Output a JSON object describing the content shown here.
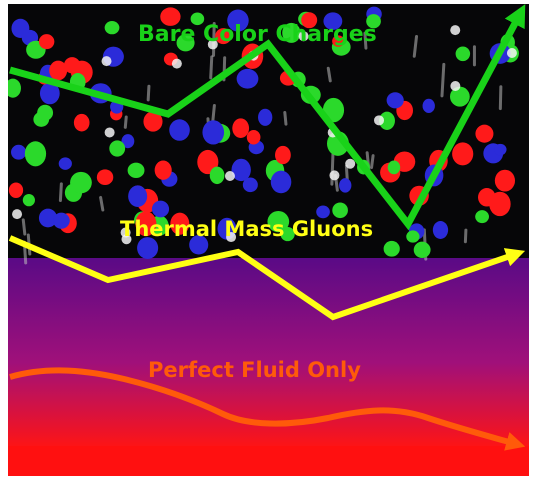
{
  "labels": {
    "bare_color_charges": "Bare Color Charges",
    "thermal_mass_gluons": "Thermal Mass Gluons",
    "perfect_fluid_only": "Perfect Fluid Only"
  },
  "colors": {
    "bare_line": "#19d219",
    "thermal_line": "#ffff14",
    "fluid_line": "#ff5a0a",
    "background_dark": "#060608",
    "gradient_top": "#5a0a86",
    "gradient_middle": "#a0107a",
    "gradient_bottom": "#ff1414",
    "particle_colors": [
      "#ff1a1a",
      "#2b2bd9",
      "#2bd92b",
      "#f4f4f4"
    ]
  }
}
